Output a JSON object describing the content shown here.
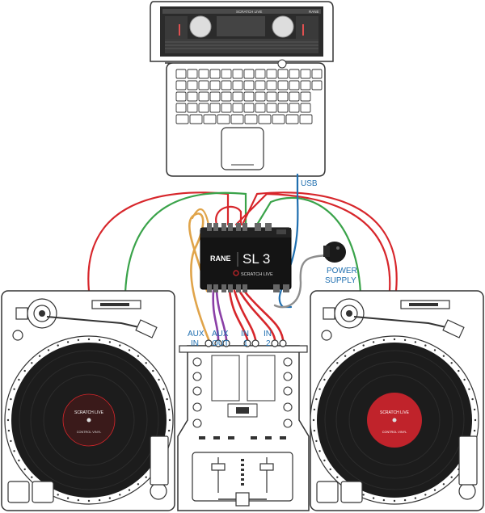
{
  "device": {
    "brand": "RANE",
    "model": "SL 3",
    "product": "SCRATCH LIVE"
  },
  "laptop": {
    "screen_title": "SCRATCH LIVE",
    "screen_brand": "RANE"
  },
  "labels": {
    "usb": "USB",
    "power": "POWER",
    "supply": "SUPPLY",
    "aux_in_1": "AUX",
    "aux_in_2": "IN",
    "aux_out_1": "AUX",
    "aux_out_2": "OUT",
    "in1_1": "IN",
    "in1_2": "1",
    "in2_1": "IN",
    "in2_2": "2"
  },
  "records": {
    "left": {
      "brand": "SCRATCH LIVE",
      "text": "CONTROL VINYL"
    },
    "right": {
      "brand": "SCRATCH LIVE",
      "text": "CONTROL VINYL"
    }
  },
  "colors": {
    "red_cable": "#d7262b",
    "green_cable": "#3aa34a",
    "usb_cable": "#1f6fb0",
    "power_cable": "#8e8e8e",
    "aux_in_cable": "#e0a44a",
    "aux_out_cable": "#8a3fa6",
    "label_blue": "#1f6fb0",
    "record_label_red": "#c0232b",
    "record_label_dark": "#3a1a1a"
  }
}
